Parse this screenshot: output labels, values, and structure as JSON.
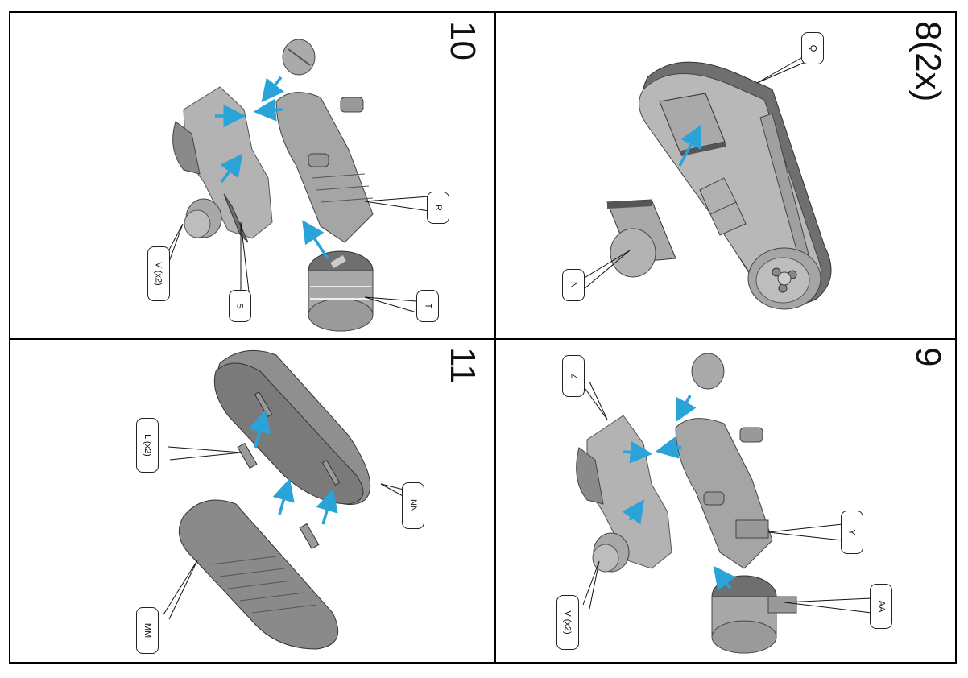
{
  "document": {
    "type": "assembly-instructions",
    "orientation": "rotated-90-clockwise",
    "accent_arrow_color": "#2aa3d9",
    "part_fill_color": "#b3b3b3",
    "part_dark_color": "#6f6f6f"
  },
  "panels": [
    {
      "id": "step-10",
      "step": "10",
      "callouts": [
        {
          "label": "R"
        },
        {
          "label": "S"
        },
        {
          "label": "T"
        },
        {
          "label": "V (x2)"
        }
      ]
    },
    {
      "id": "step-8",
      "step": "8(2x)",
      "callouts": [
        {
          "label": "Q"
        },
        {
          "label": "N"
        }
      ]
    },
    {
      "id": "step-11",
      "step": "11",
      "callouts": [
        {
          "label": "L (x2)"
        },
        {
          "label": "NN"
        },
        {
          "label": "MM"
        }
      ]
    },
    {
      "id": "step-9",
      "step": "9",
      "callouts": [
        {
          "label": "Z"
        },
        {
          "label": "Y"
        },
        {
          "label": "AA"
        },
        {
          "label": "V (x2)"
        }
      ]
    }
  ]
}
